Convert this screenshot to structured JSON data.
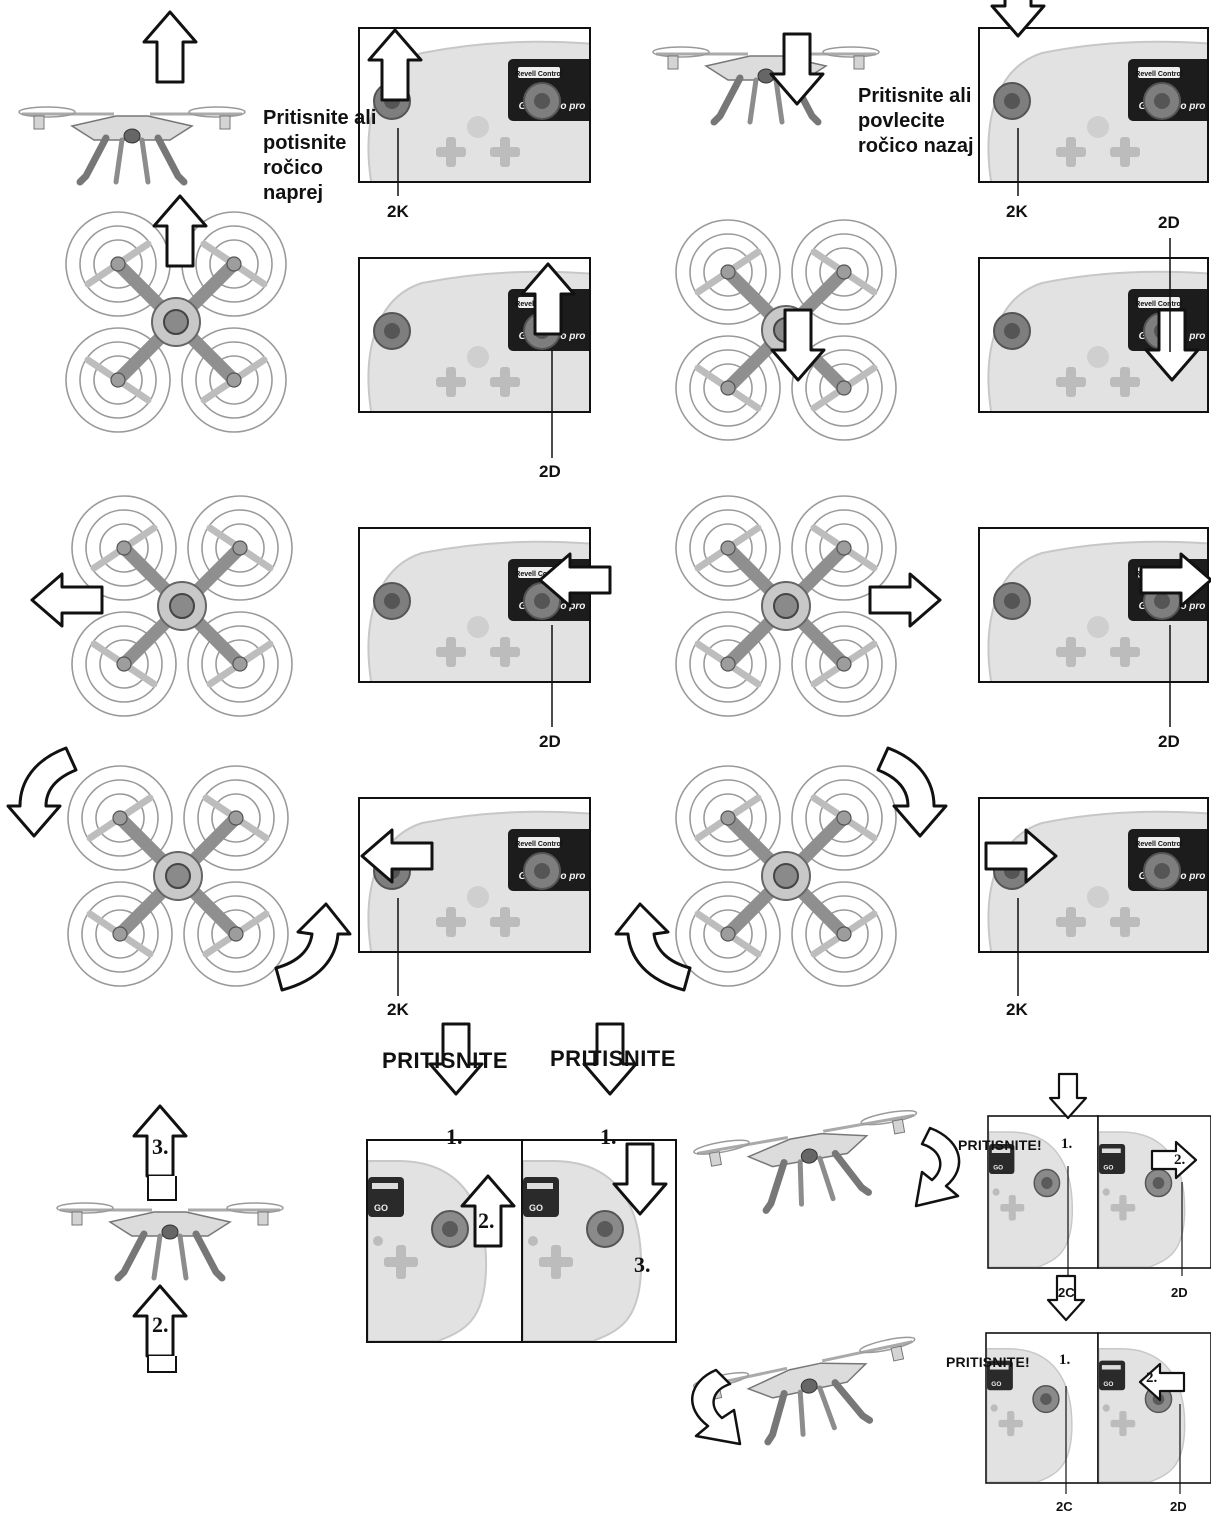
{
  "instructions": {
    "forward": [
      "Pritisnite ali",
      "potisnite",
      "ročico",
      "naprej"
    ],
    "backward": [
      "Pritisnite ali",
      "povlecite",
      "ročico nazaj"
    ]
  },
  "labels": {
    "k": "2K",
    "d": "2D",
    "c": "2C"
  },
  "press": "PRITISNITE",
  "press_excl": "PRITISNITE!",
  "steps": {
    "one": "1.",
    "two": "2.",
    "three": "3."
  },
  "controller": {
    "brand": "Revell Control",
    "model": "GO! video pro"
  },
  "colors": {
    "outline": "#111111",
    "drone_body": "#cfcfcf",
    "controller_body": "#e4e4e4",
    "stick": "#555555",
    "screen": "#1a1a1a"
  }
}
